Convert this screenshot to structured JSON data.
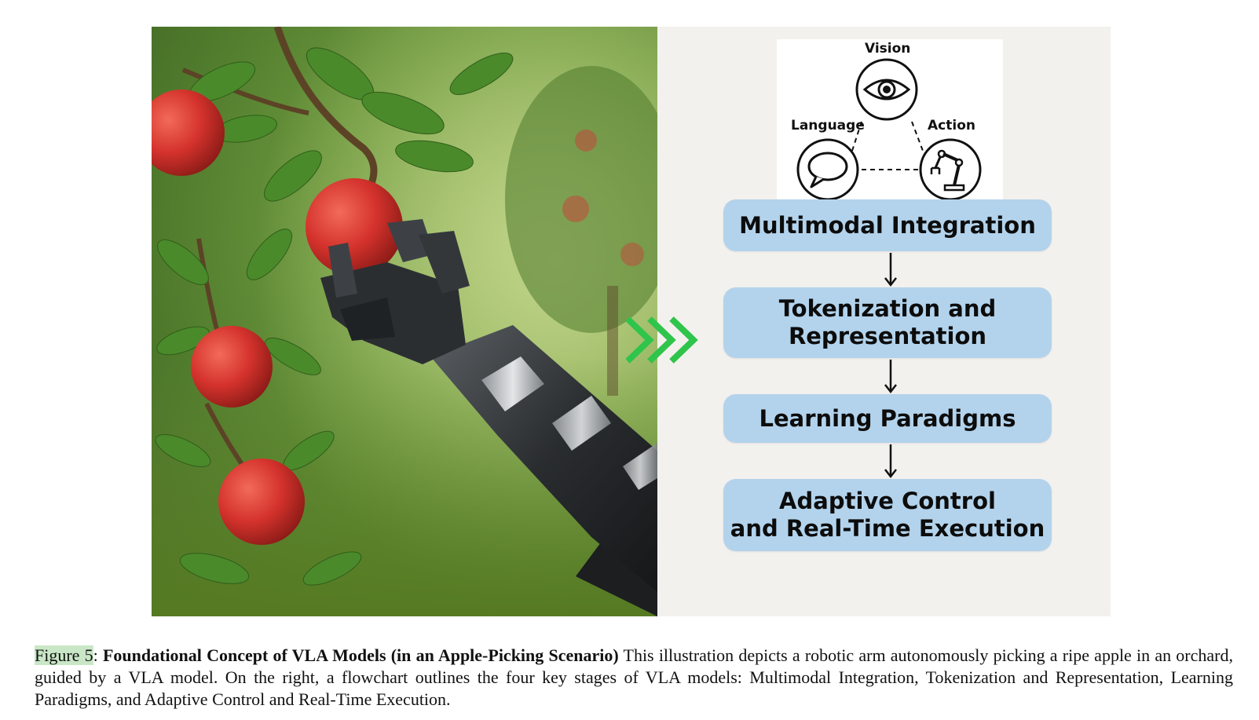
{
  "figure": {
    "triad": {
      "vision_label": "Vision",
      "language_label": "Language",
      "action_label": "Action"
    },
    "stages": [
      "Multimodal Integration",
      "Tokenization and\nRepresentation",
      "Learning Paradigms",
      "Adaptive Control\nand Real-Time Execution"
    ],
    "colors": {
      "stage_fill": "#b3d3ec",
      "chevron": "#2fc44b",
      "caption_highlight": "#c9e7c7"
    }
  },
  "caption": {
    "label": "Figure 5",
    "separator": ": ",
    "title": "Foundational Concept of VLA Models (in an Apple-Picking Scenario)",
    "body": " This illustration depicts a robotic arm autonomously picking a ripe apple in an orchard, guided by a VLA model. On the right, a flowchart outlines the four key stages of VLA models: Multimodal Integration, Tokenization and Representation, Learning Paradigms, and Adaptive Control and Real-Time Execution."
  }
}
